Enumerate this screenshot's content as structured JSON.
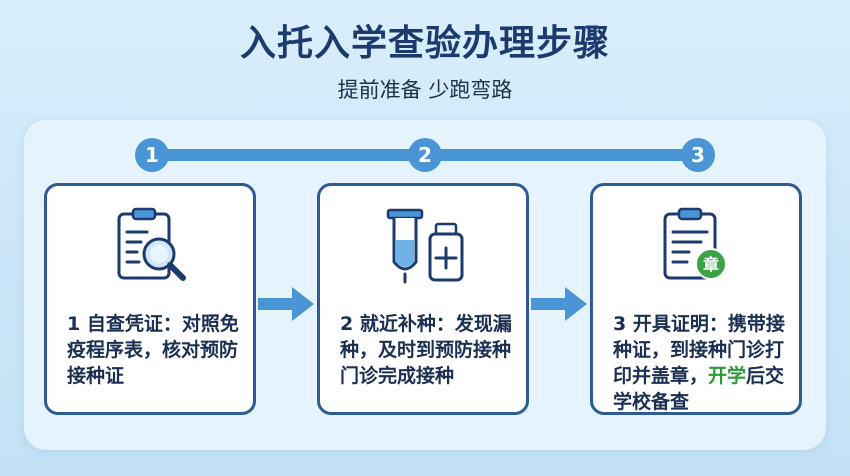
{
  "header": {
    "title": "入托入学查验办理步骤",
    "subtitle": "提前准备 少跑弯路"
  },
  "steps": [
    {
      "number": "1",
      "icon": "document-search-icon",
      "text": "1 自查凭证：对照免疫程序表，核对预防接种证"
    },
    {
      "number": "2",
      "icon": "vaccine-icon",
      "text": "2 就近补种：发现漏种，及时到预防接种门诊完成接种"
    },
    {
      "number": "3",
      "icon": "certificate-stamp-icon",
      "text_main": "3 开具证明：携带接种证，到接种门诊打印并盖章，",
      "text_highlight": "开学",
      "text_tail": "后交学校备查",
      "stamp_label": "章"
    }
  ],
  "colors": {
    "accent_blue": "#4a95d6",
    "dark_navy": "#1d3a6e",
    "highlight_green": "#2d9a3c"
  }
}
